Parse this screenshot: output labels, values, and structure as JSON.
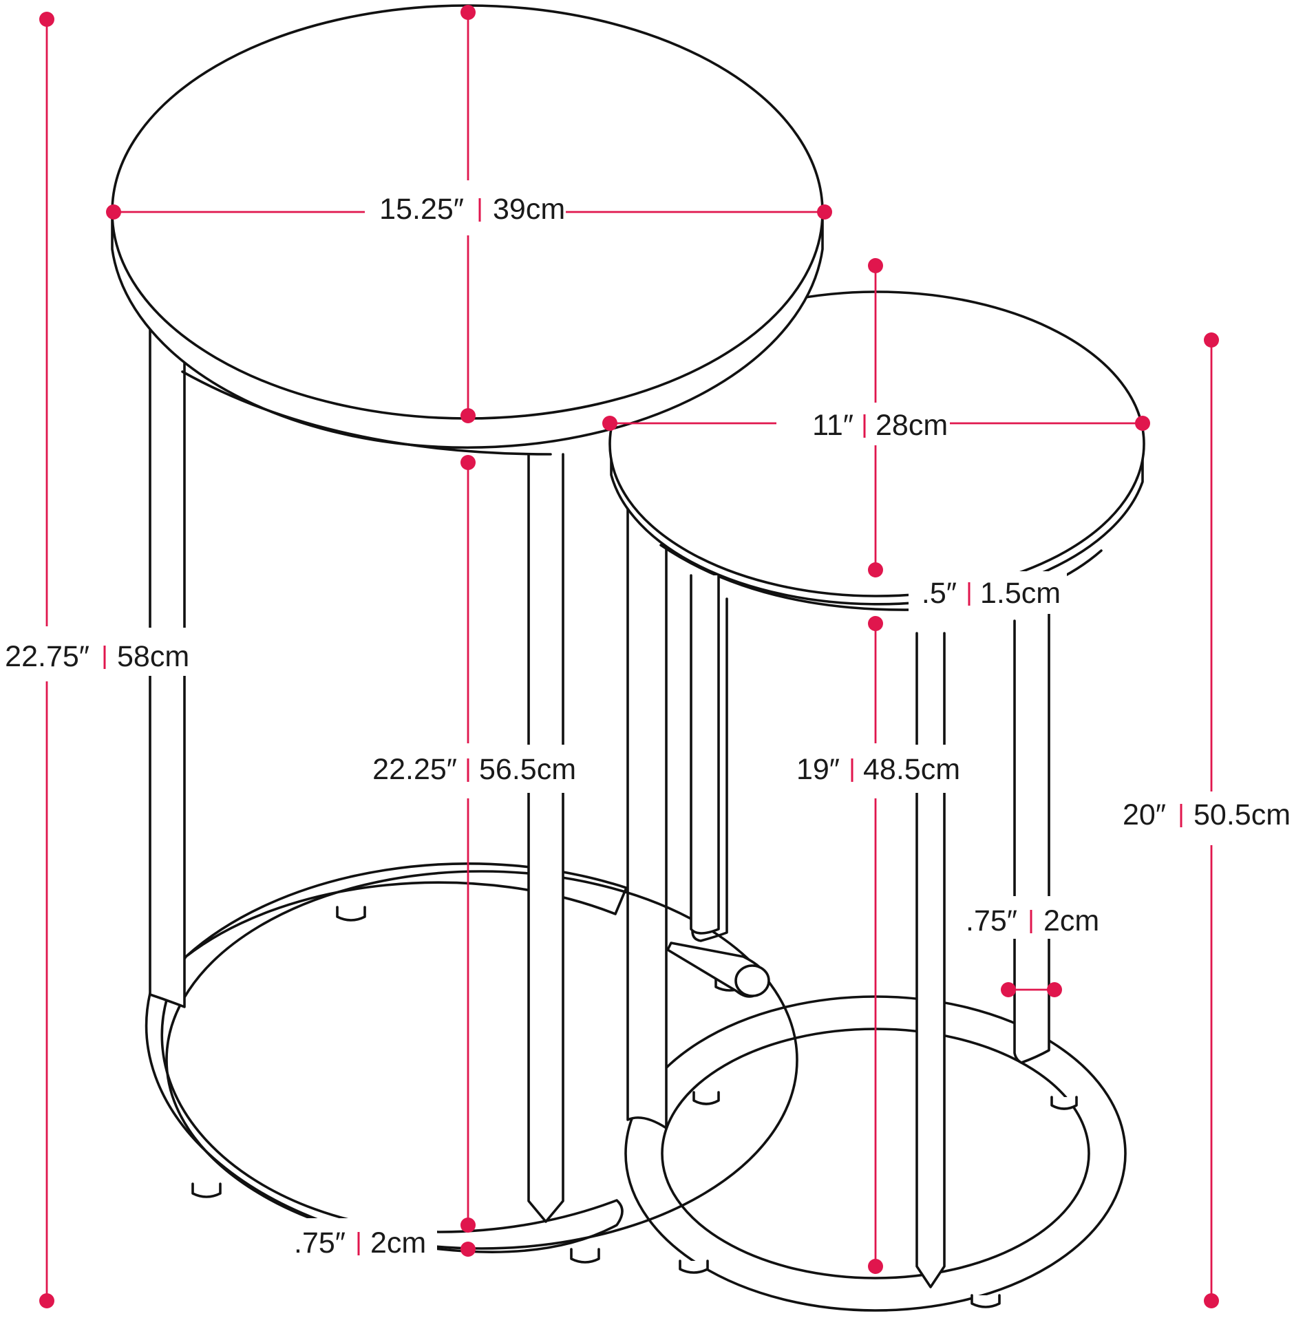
{
  "colors": {
    "dimension": "#e0164d",
    "outline": "#111111",
    "background": "#ffffff"
  },
  "dimensions": {
    "large_top_diameter": {
      "imperial": "15.25″",
      "metric": "39cm"
    },
    "large_total_height": {
      "imperial": "22.75″",
      "metric": "58cm"
    },
    "large_leg_height": {
      "imperial": "22.25″",
      "metric": "56.5cm"
    },
    "large_base_ring": {
      "imperial": ".75″",
      "metric": "2cm"
    },
    "small_top_diameter": {
      "imperial": "11″",
      "metric": "28cm"
    },
    "small_top_thickness": {
      "imperial": ".5″",
      "metric": "1.5cm"
    },
    "small_leg_height": {
      "imperial": "19″",
      "metric": "48.5cm"
    },
    "small_total_height": {
      "imperial": "20″",
      "metric": "50.5cm"
    },
    "small_leg_width": {
      "imperial": ".75″",
      "metric": "2cm"
    }
  }
}
